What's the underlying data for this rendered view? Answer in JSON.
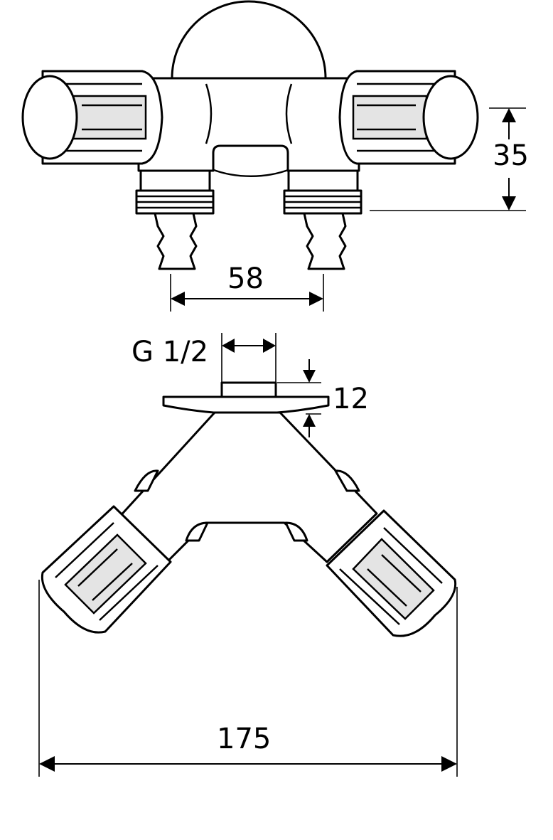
{
  "dimensions": {
    "height_top": "35",
    "outlet_spacing": "58",
    "thread": "G 1/2",
    "flange_height": "12",
    "overall_width": "175"
  }
}
